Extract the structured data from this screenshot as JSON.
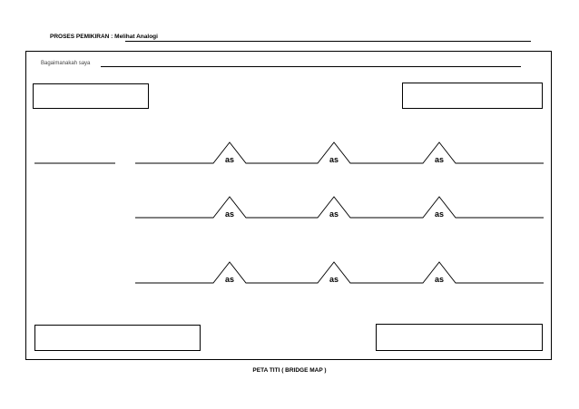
{
  "header": {
    "label": "PROSES PEMIKIRAN  :",
    "value": "Melihat Analogi"
  },
  "question": {
    "text": "Bagaimanakah saya"
  },
  "bridge": {
    "connector_label": "as",
    "rows": [
      {
        "connectors": [
          "as",
          "as",
          "as"
        ]
      },
      {
        "connectors": [
          "as",
          "as",
          "as"
        ]
      },
      {
        "connectors": [
          "as",
          "as",
          "as"
        ]
      }
    ]
  },
  "footer": {
    "title": "PETA TITI ( BRIDGE MAP )"
  }
}
